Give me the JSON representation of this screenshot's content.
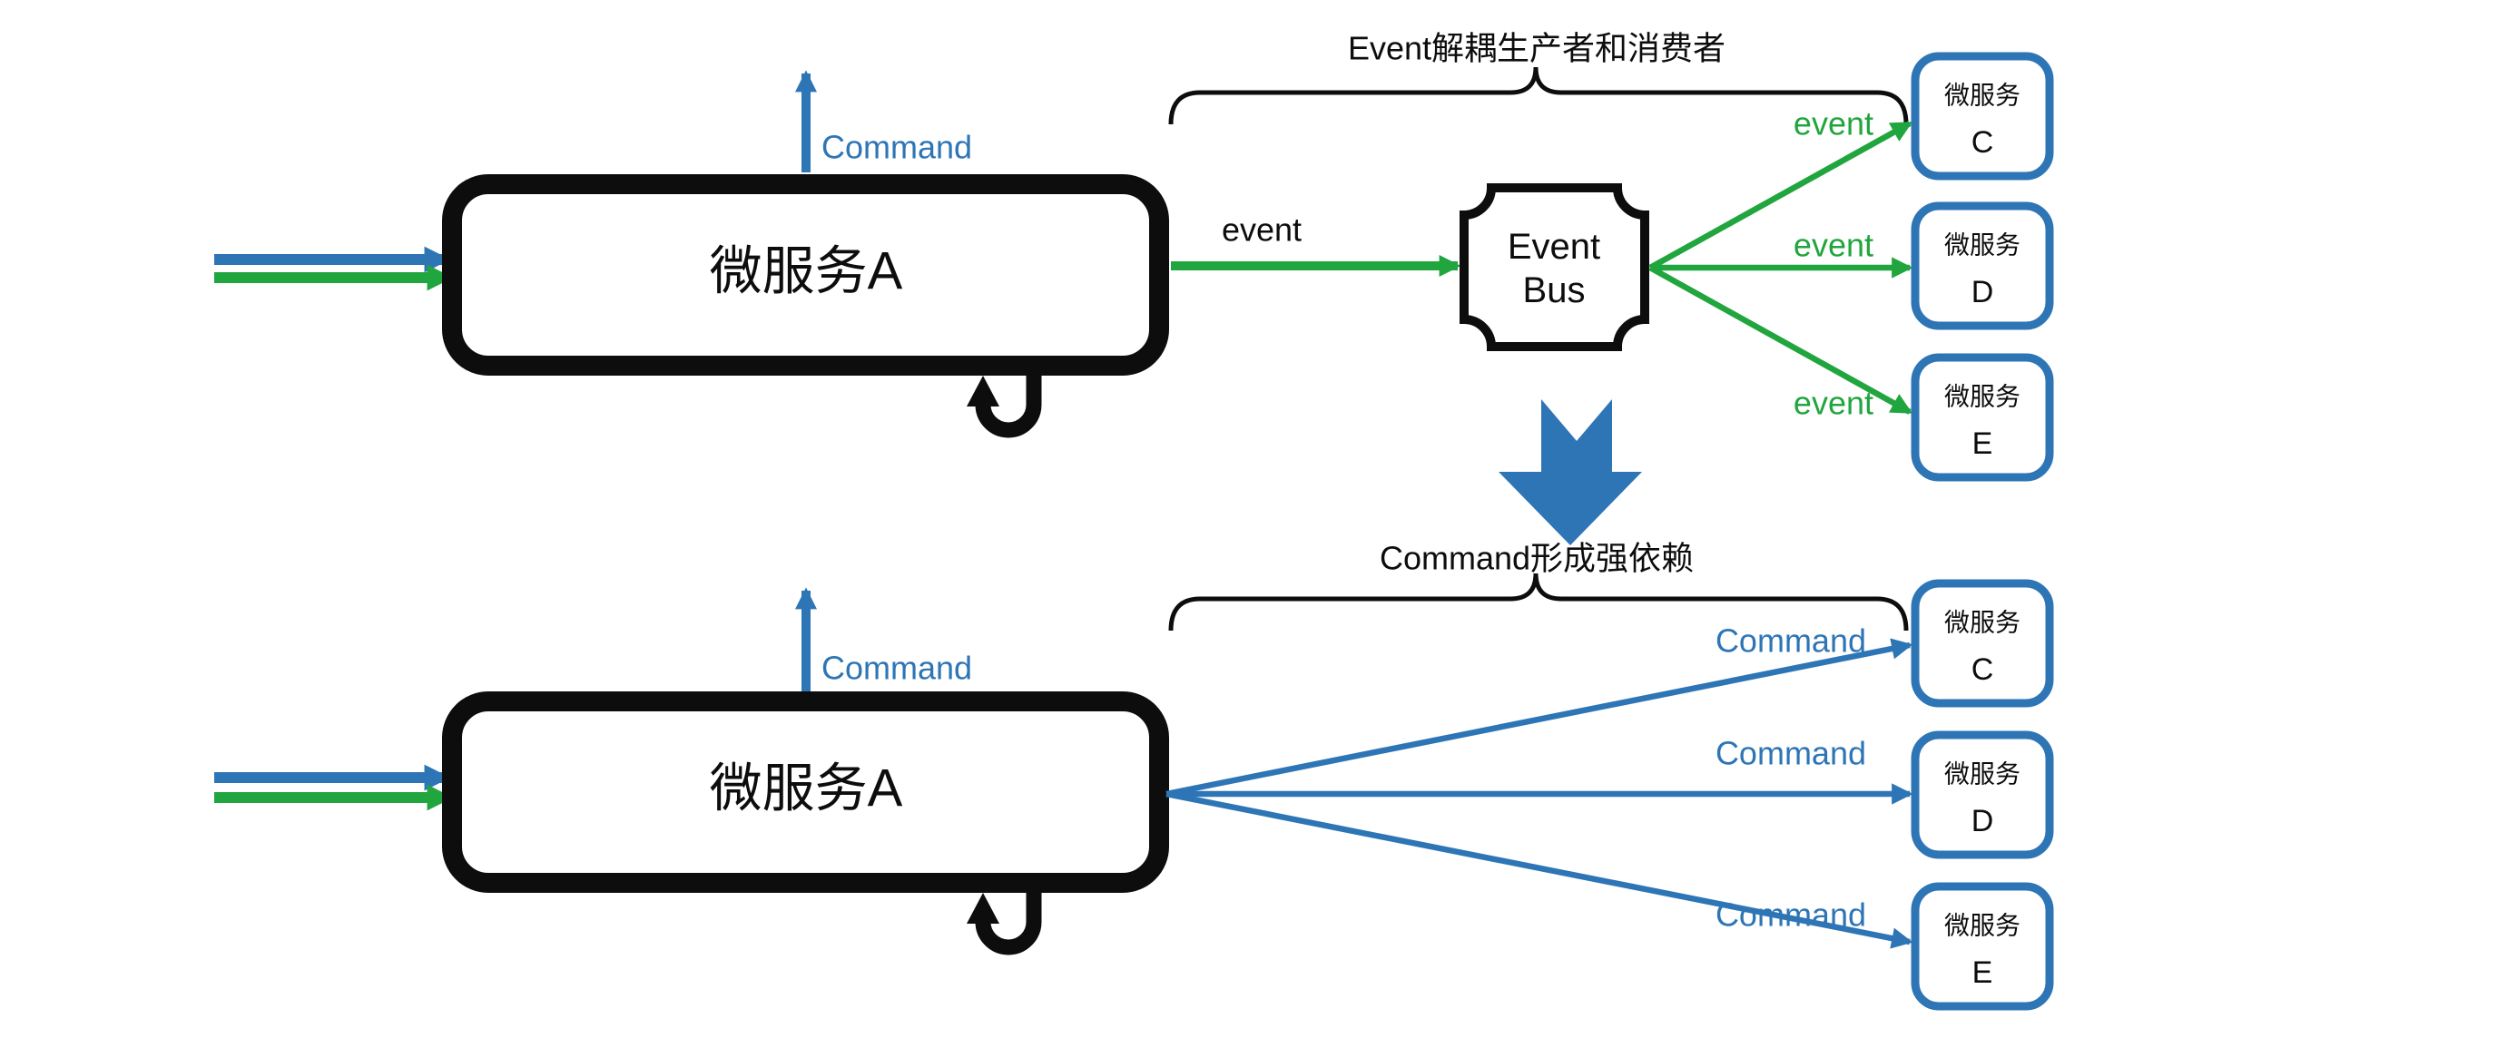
{
  "colors": {
    "blue": "#2E75B6",
    "green": "#21A53E",
    "black": "#0D0D0D"
  },
  "top": {
    "title": "Event解耦生产者和消费者",
    "service_a": "微服务A",
    "command_label": "Command",
    "event_label": "event",
    "bus": {
      "line1": "Event",
      "line2": "Bus"
    },
    "fan_labels": [
      "event",
      "event",
      "event"
    ],
    "services": [
      {
        "line1": "微服务",
        "line2": "C"
      },
      {
        "line1": "微服务",
        "line2": "D"
      },
      {
        "line1": "微服务",
        "line2": "E"
      }
    ]
  },
  "bottom": {
    "title": "Command形成强依赖",
    "service_a": "微服务A",
    "command_label": "Command",
    "fan_labels": [
      "Command",
      "Command",
      "Command"
    ],
    "services": [
      {
        "line1": "微服务",
        "line2": "C"
      },
      {
        "line1": "微服务",
        "line2": "D"
      },
      {
        "line1": "微服务",
        "line2": "E"
      }
    ]
  }
}
